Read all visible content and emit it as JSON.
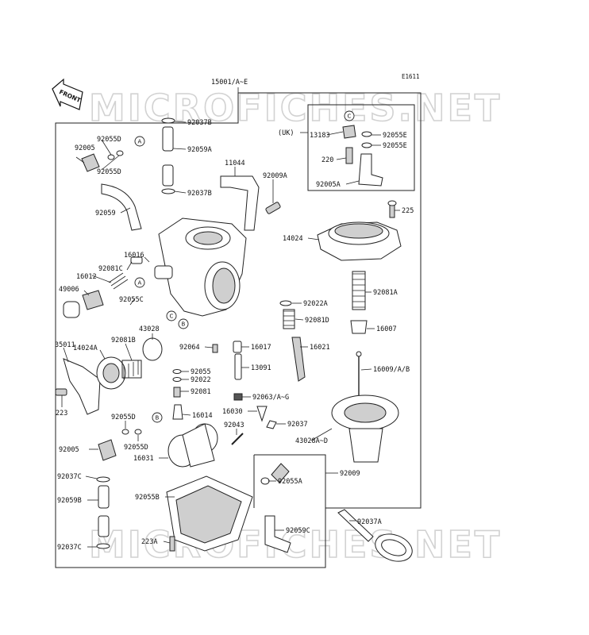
{
  "diagram_code": "E1611",
  "front_label": "FRONT",
  "watermark": "MICROFICHES.NET",
  "assembly_label": "15001/A~E",
  "uk_label": "(UK)",
  "callouts": [
    "A",
    "B",
    "C"
  ],
  "labels": {
    "p92037B_top": "92037B",
    "p92059A": "92059A",
    "p92037B_mid": "92037B",
    "p92055D_a": "92055D",
    "p92005": "92005",
    "p92055D_b": "92055D",
    "p92059": "92059",
    "p11044": "11044",
    "p92009A": "92009A",
    "p13183": "13183",
    "p92055E_a": "92055E",
    "p92055E_b": "92055E",
    "p220": "220",
    "p92005A": "92005A",
    "p225": "225",
    "p14024": "14024",
    "p16016": "16016",
    "p92081C": "92081C",
    "p16012": "16012",
    "p49006": "49006",
    "p92055C": "92055C",
    "p92081A": "92081A",
    "p92022A": "92022A",
    "p92081D": "92081D",
    "p43028": "43028",
    "p16007": "16007",
    "p35011": "35011",
    "p92081B": "92081B",
    "p14024A": "14024A",
    "p92064": "92064",
    "p16017": "16017",
    "p16021": "16021",
    "p13091": "13091",
    "p16009": "16009/A/B",
    "p92055": "92055",
    "p92022": "92022",
    "p92081": "92081",
    "p92063": "92063/A~G",
    "p223": "223",
    "p92055D_c": "92055D",
    "p16014": "16014",
    "p16030": "16030",
    "p92037": "92037",
    "p92043": "92043",
    "p43028AD": "43028A~D",
    "p92005_b": "92005",
    "p92055D_d": "92055D",
    "p16031": "16031",
    "p92009": "92009",
    "p92037C_a": "92037C",
    "p92055A": "92055A",
    "p92059B": "92059B",
    "p92055B": "92055B",
    "p92037A": "92037A",
    "p92059C": "92059C",
    "p223A": "223A",
    "p92037C_b": "92037C"
  }
}
